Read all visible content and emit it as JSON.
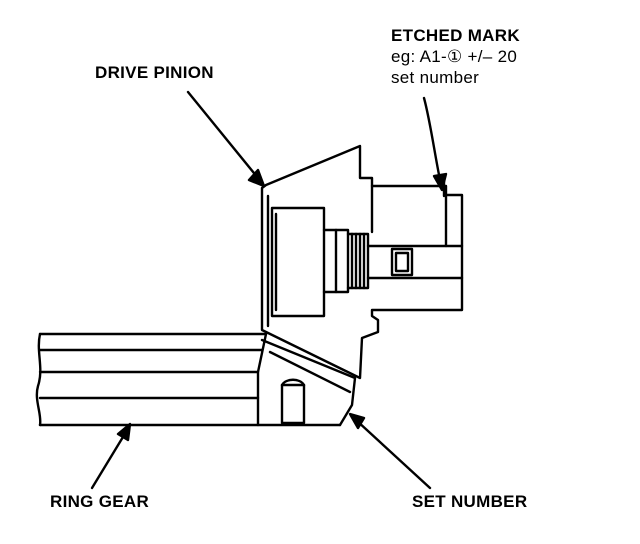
{
  "labels": {
    "drive_pinion": "DRIVE PINION",
    "etched_mark_title": "ETCHED MARK",
    "etched_mark_example": "eg: A1-① +/– 20",
    "etched_mark_caption": "set number",
    "ring_gear": "RING GEAR",
    "set_number": "SET NUMBER"
  }
}
